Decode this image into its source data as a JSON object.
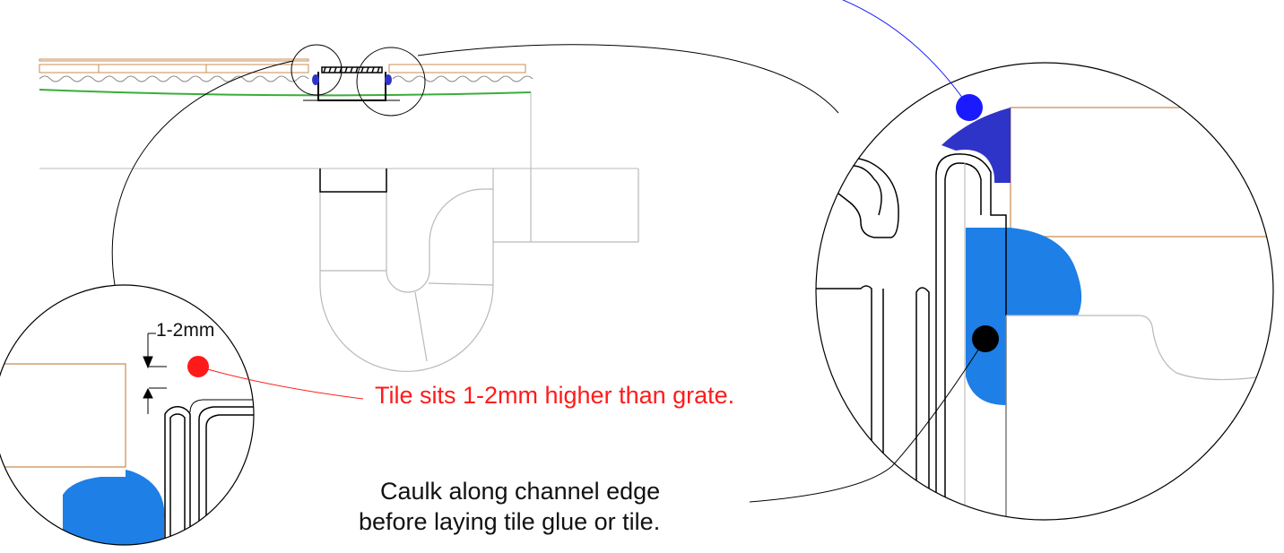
{
  "colors": {
    "tile": "#c98c52",
    "caulk": "#1e7fe6",
    "adhesive": "#2f34c9",
    "membrane": "#3aae3a",
    "line": "#000000",
    "pipe": "#b9b9b9",
    "note_red": "#ff1a1a",
    "marker_red": "#ff1a1a",
    "marker_blue": "#1a1aff",
    "marker_black": "#000000"
  },
  "labels": {
    "gap_dimension": "1-2mm",
    "tile_note": "Tile sits 1-2mm higher than grate.",
    "caulk_note_line1": "Caulk along channel edge",
    "caulk_note_line2": "before laying tile glue or tile."
  }
}
